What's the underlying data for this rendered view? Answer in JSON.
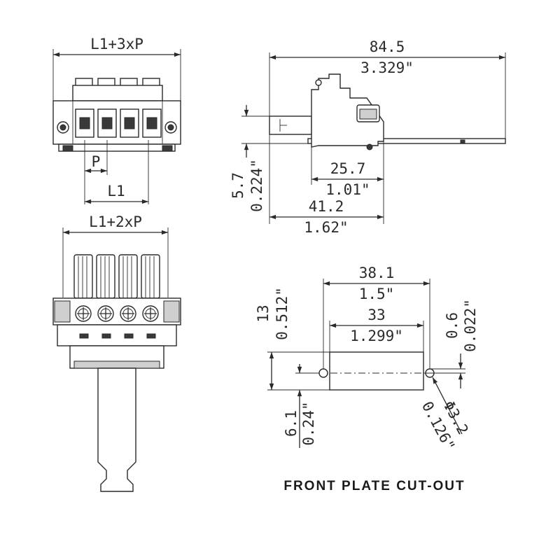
{
  "top_left_view": {
    "width_label": "L1+3xP",
    "pitch_label": "P",
    "l1_label": "L1"
  },
  "bottom_left_view": {
    "width_label": "L1+2xP"
  },
  "side_view": {
    "length_mm": "84.5",
    "length_in": "3.329\"",
    "height_mm": "5.7",
    "height_in": "0.224\"",
    "depth_mm": "25.7",
    "depth_in": "1.01\"",
    "overall_mm": "41.2",
    "overall_in": "1.62\""
  },
  "cutout_view": {
    "caption": "FRONT PLATE CUT-OUT",
    "outer_width_mm": "38.1",
    "outer_width_in": "1.5\"",
    "inner_width_mm": "33",
    "inner_width_in": "1.299\"",
    "height_mm": "13",
    "height_in": "0.512\"",
    "offset_mm": "0.6",
    "offset_in": "0.022\"",
    "lower_mm": "6.1",
    "lower_in": "0.24\"",
    "hole_mm": "Φ3.2",
    "hole_in": "0.126\""
  }
}
